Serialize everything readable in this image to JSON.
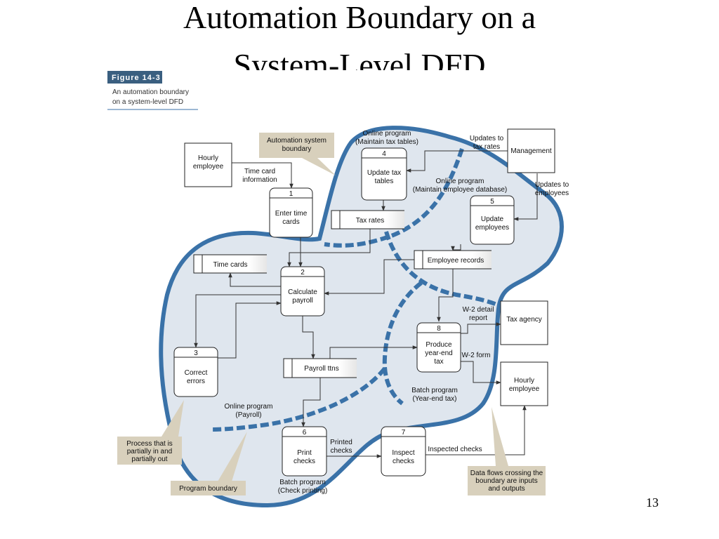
{
  "slide": {
    "title_line1": "Automation Boundary on a",
    "title_line2": "System-Level DFD",
    "page_number": "13"
  },
  "figure": {
    "label": "Figure 14-3",
    "caption_line1": "An automation boundary",
    "caption_line2": "on a system-level DFD"
  },
  "colors": {
    "boundary": "#3a72a8",
    "boundary_fill": "#dfe6ee",
    "callout_fill": "#d8d0bc",
    "figure_label_bg": "#3a5f80"
  },
  "entities": {
    "hourly_employee_in": "Hourly employee",
    "management": "Management",
    "tax_agency": "Tax agency",
    "hourly_employee_out": "Hourly employee"
  },
  "processes": {
    "p1": {
      "num": "1",
      "label": "Enter time cards"
    },
    "p2": {
      "num": "2",
      "label": "Calculate payroll"
    },
    "p3": {
      "num": "3",
      "label": "Correct errors"
    },
    "p4": {
      "num": "4",
      "label": "Update tax tables"
    },
    "p5": {
      "num": "5",
      "label": "Update employees"
    },
    "p6": {
      "num": "6",
      "label": "Print checks"
    },
    "p7": {
      "num": "7",
      "label": "Inspect checks"
    },
    "p8": {
      "num": "8",
      "label": "Produce year-end tax"
    }
  },
  "stores": {
    "tax_rates": "Tax rates",
    "time_cards": "Time cards",
    "employee_records": "Employee records",
    "payroll_ttns": "Payroll ttns"
  },
  "flows": {
    "time_card_information": "Time card information",
    "updates_to_tax_rates": "Updates to tax rates",
    "updates_to_employees": "Updates to employees",
    "w2_detail_report": "W-2 detail report",
    "w2_form": "W-2 form",
    "printed_checks": "Printed checks",
    "inspected_checks": "Inspected checks"
  },
  "programs": {
    "maintain_tax_tables": "Online program (Maintain tax tables)",
    "maintain_employee_database": "Online program (Maintain employee database)",
    "payroll": "Online program (Payroll)",
    "year_end_tax": "Batch program (Year-end tax)",
    "check_printing": "Batch program (Check printing)"
  },
  "callouts": {
    "automation_system_boundary": "Automation system boundary",
    "process_partially": "Process that is partially in and partially out",
    "program_boundary": "Program boundary",
    "data_flows_crossing": "Data flows crossing the boundary are inputs and outputs"
  }
}
